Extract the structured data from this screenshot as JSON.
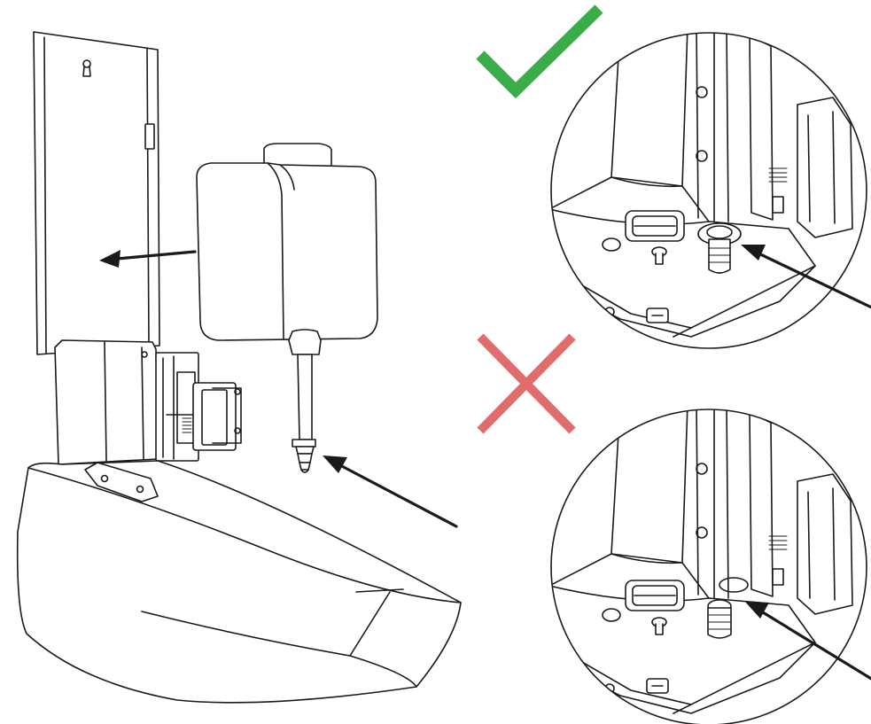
{
  "diagram": {
    "colors": {
      "line": "#1a1a1a",
      "background": "#ffffff",
      "correct_mark": "#3aac4a",
      "incorrect_mark": "#e06c6c"
    },
    "icons": {
      "correct": "check-mark-icon",
      "incorrect": "cross-mark-icon"
    },
    "panels": [
      "main-assembly",
      "correct-installation-detail",
      "incorrect-installation-detail"
    ]
  }
}
